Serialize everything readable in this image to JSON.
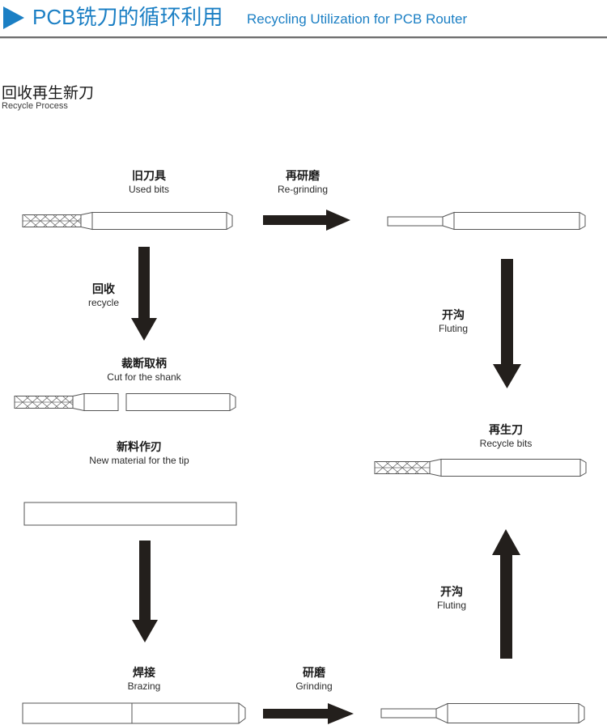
{
  "header": {
    "icon": "triangle-right-icon",
    "title_cn": "PCB铣刀的循环利用",
    "title_en": "Recycling Utilization for PCB Router",
    "accent_color": "#1b7fc4"
  },
  "section": {
    "title_cn": "回收再生新刀",
    "title_en": "Recycle Process"
  },
  "diagram": {
    "line_color": "#555555",
    "arrow_color": "#231f1c",
    "steps": [
      {
        "id": "used-bits",
        "cn": "旧刀具",
        "en": "Used bits"
      },
      {
        "id": "cut-for-shank",
        "cn": "裁断取柄",
        "en": "Cut for the shank"
      },
      {
        "id": "new-material",
        "cn": "新料作刃",
        "en": "New material for the tip"
      },
      {
        "id": "brazing",
        "cn": "焊接",
        "en": "Brazing"
      },
      {
        "id": "recycle-bits",
        "cn": "再生刀",
        "en": "Recycle bits"
      }
    ],
    "arrows": [
      {
        "id": "re-grinding",
        "cn": "再研磨",
        "en": "Re-grinding",
        "direction": "right"
      },
      {
        "id": "recycle",
        "cn": "回收",
        "en": "recycle",
        "direction": "down"
      },
      {
        "id": "fluting-top",
        "cn": "开沟",
        "en": "Fluting",
        "direction": "down"
      },
      {
        "id": "to-brazing",
        "cn": "",
        "en": "",
        "direction": "down"
      },
      {
        "id": "grinding",
        "cn": "研磨",
        "en": "Grinding",
        "direction": "right"
      },
      {
        "id": "fluting-bottom",
        "cn": "开沟",
        "en": "Fluting",
        "direction": "up"
      }
    ]
  }
}
